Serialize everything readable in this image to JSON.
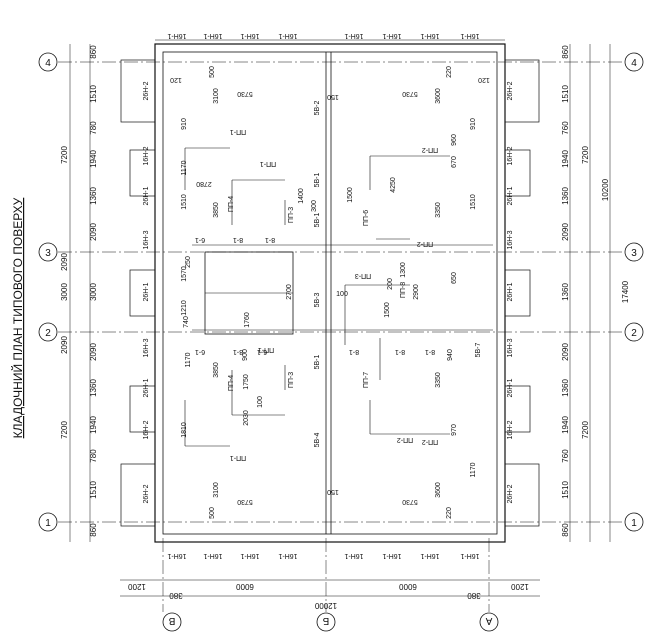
{
  "title": "КЛАДОЧНИЙ ПЛАН ТИПОВОГО ПОВЕРХУ",
  "axes": {
    "horizontal": [
      "4",
      "3",
      "2",
      "1"
    ],
    "vertical": [
      "В",
      "Б",
      "А"
    ]
  },
  "dimensions": {
    "left_chain": [
      "860",
      "1510",
      "780",
      "1940",
      "1360",
      "2090",
      "3000",
      "2090",
      "1360",
      "1940",
      "780",
      "1510",
      "860"
    ],
    "left_overall": [
      "7200",
      "2090",
      "3000",
      "2090",
      "7200"
    ],
    "right_chain": [
      "860",
      "1510",
      "760",
      "1940",
      "1360",
      "2090",
      "1360",
      "2090",
      "1360",
      "1940",
      "760",
      "1510",
      "860"
    ],
    "right_overall": [
      "7200",
      "10200",
      "17400",
      "7200"
    ],
    "bottom_chain": [
      "1200",
      "6000",
      "6000",
      "1200"
    ],
    "bottom_offsets": [
      "380",
      "380"
    ],
    "bottom_overall": "12000"
  },
  "interior_dims": [
    "5730",
    "5730",
    "5730",
    "5730",
    "3100",
    "3100",
    "3600",
    "3600",
    "3850",
    "3850",
    "3350",
    "3350",
    "4250",
    "1500",
    "1400",
    "300",
    "900",
    "2700",
    "2900",
    "1500",
    "1750",
    "1300",
    "200",
    "150",
    "150",
    "100",
    "100",
    "500",
    "500",
    "220",
    "220",
    "120",
    "120",
    "910",
    "910",
    "1170",
    "1170",
    "1510",
    "1510",
    "1570",
    "1210",
    "740",
    "250",
    "670",
    "960",
    "970",
    "940",
    "650",
    "2780",
    "2030",
    "1760",
    "1170",
    "1810"
  ],
  "marks": {
    "lintels_top": [
      "16Н-1",
      "16Н-1",
      "16Н-1",
      "16Н-1",
      "16Н-1",
      "16Н-1",
      "16Н-1",
      "16Н-1"
    ],
    "lintels_bottom": [
      "16Н-1",
      "16Н-1",
      "16Н-1",
      "16Н-1",
      "16Н-1",
      "16Н-1",
      "16Н-1",
      "16Н-1"
    ],
    "lintels_left": [
      "26Н-2",
      "16Н-2",
      "26Н-1",
      "16Н-3",
      "26Н-1",
      "16Н-3",
      "26Н-1",
      "16Н-2",
      "26Н-2"
    ],
    "lintels_right": [
      "26Н-2",
      "16Н-2",
      "26Н-1",
      "16Н-3",
      "26Н-1",
      "16Н-3",
      "26Н-1",
      "16Н-2",
      "26Н-2"
    ],
    "partitions": [
      "ПП-1",
      "ПП-1",
      "ПП-2",
      "ПП-2",
      "ПП-3",
      "ПП-3",
      "ПП-4",
      "ПП-4",
      "ПП-6",
      "ПП-7",
      "ПП-8",
      "ПП-2",
      "ПП-2",
      "ПП-1",
      "ПП-1",
      "ПП-3"
    ],
    "bk": [
      "5В-2",
      "5В-1",
      "5В-1",
      "5В-3",
      "5В-1",
      "5В-4",
      "5В-7"
    ],
    "beams": [
      "8-1",
      "8-1",
      "8-1",
      "8-1",
      "8-1",
      "8-1",
      "6-1",
      "6-1",
      "6-1"
    ]
  }
}
